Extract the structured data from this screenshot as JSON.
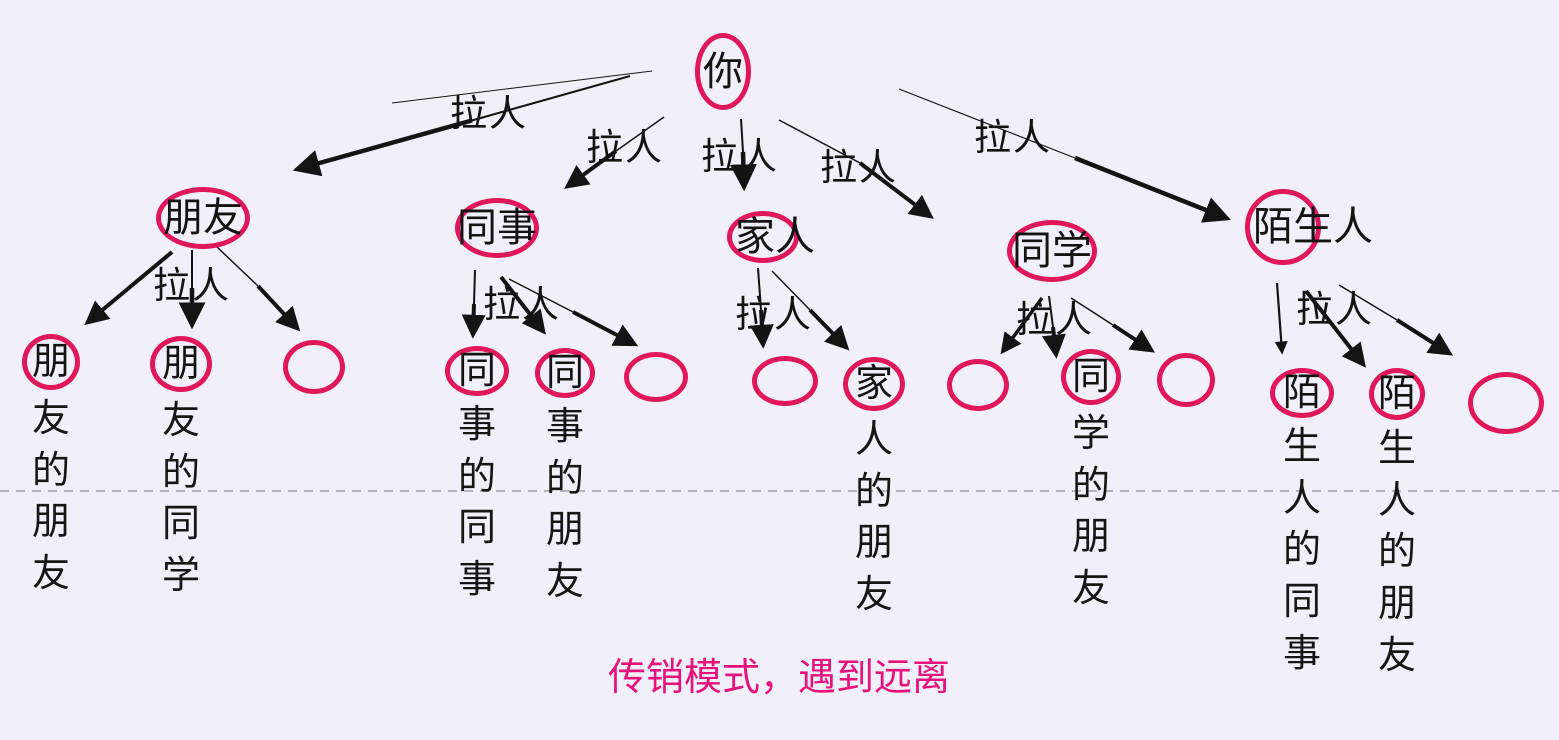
{
  "caption": {
    "text": "传销模式，遇到远离",
    "color": "#e8127c"
  },
  "labels": {
    "recruit": "拉人"
  },
  "root": {
    "label": "你"
  },
  "level1": [
    {
      "label": "朋友"
    },
    {
      "label": "同事"
    },
    {
      "label": "家人"
    },
    {
      "label": "同学"
    },
    {
      "label": "陌生人"
    }
  ],
  "level2": [
    {
      "head": "朋",
      "tail": "友的朋友"
    },
    {
      "head": "朋",
      "tail": "友的同学"
    },
    {
      "head": "",
      "tail": ""
    },
    {
      "head": "同",
      "tail": "事的同事"
    },
    {
      "head": "同",
      "tail": "事的朋友"
    },
    {
      "head": "",
      "tail": ""
    },
    {
      "head": "",
      "tail": ""
    },
    {
      "head": "家",
      "tail": "人的朋友"
    },
    {
      "head": "",
      "tail": ""
    },
    {
      "head": "同",
      "tail": "学的朋友"
    },
    {
      "head": "",
      "tail": ""
    },
    {
      "head": "陌",
      "tail": "生人的同事"
    },
    {
      "head": "陌",
      "tail": "生人的朋友"
    },
    {
      "head": "",
      "tail": ""
    }
  ],
  "colors": {
    "background": "#f1f0fa",
    "circle_stroke": "#e0175a",
    "arrow": "#141414",
    "divider": "#a0a0ae",
    "caption": "#e8127c"
  }
}
